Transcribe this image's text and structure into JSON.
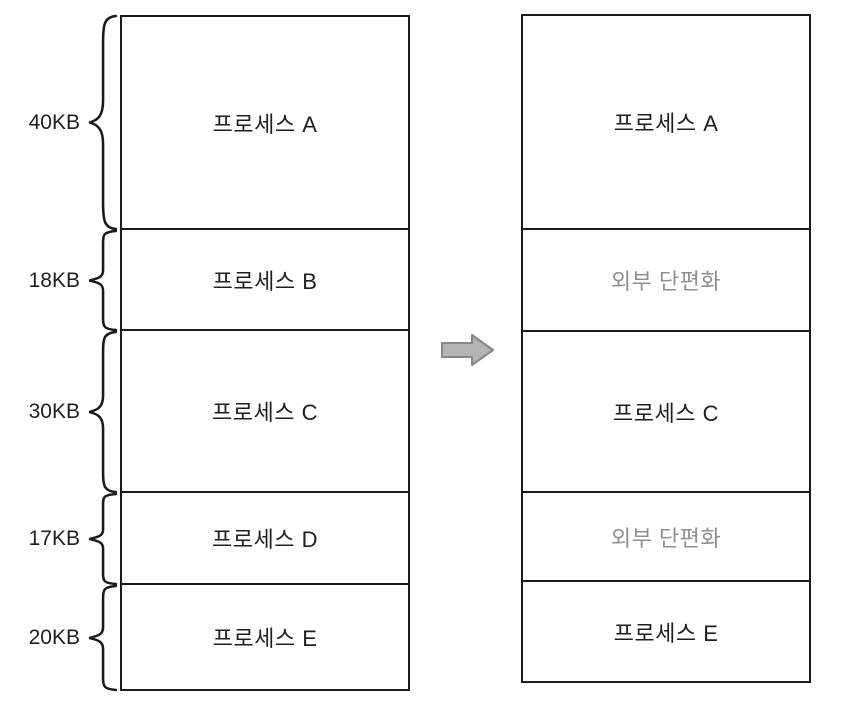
{
  "diagram": {
    "description": "external fragmentation memory diagram",
    "before_column": {
      "blocks": [
        {
          "size": "40KB",
          "label": "프로세스 A",
          "type": "process"
        },
        {
          "size": "18KB",
          "label": "프로세스 B",
          "type": "process"
        },
        {
          "size": "30KB",
          "label": "프로세스 C",
          "type": "process"
        },
        {
          "size": "17KB",
          "label": "프로세스 D",
          "type": "process"
        },
        {
          "size": "20KB",
          "label": "프로세스 E",
          "type": "process"
        }
      ]
    },
    "after_column": {
      "blocks": [
        {
          "label": "프로세스 A",
          "type": "process"
        },
        {
          "label": "외부 단편화",
          "type": "fragmentation"
        },
        {
          "label": "프로세스 C",
          "type": "process"
        },
        {
          "label": "외부 단편화",
          "type": "fragmentation"
        },
        {
          "label": "프로세스 E",
          "type": "process"
        }
      ]
    },
    "arrow_icon": "right-block-arrow",
    "colors": {
      "border": "#1a1a1a",
      "process_text": "#1f1f1f",
      "fragment_text": "#8f8f8f",
      "arrow_fill": "#b4b4b4",
      "arrow_stroke": "#878787"
    }
  }
}
